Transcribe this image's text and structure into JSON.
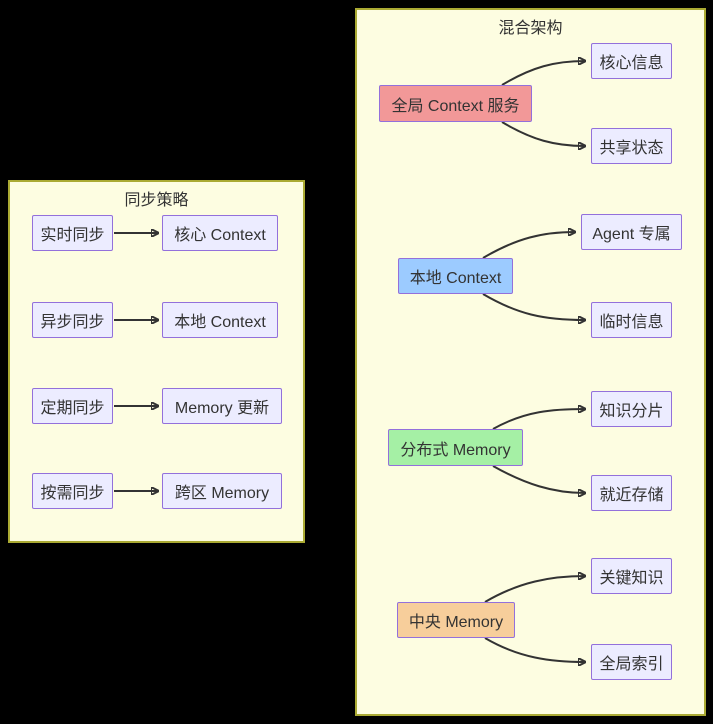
{
  "colors": {
    "background": "#000000",
    "panel_fill": "#fdfde1",
    "panel_border": "#aaaa33",
    "node_fill": "#ECECFF",
    "node_border": "#9370DB",
    "arrow": "#333333",
    "global_context_fill": "#F29898",
    "local_context_fill": "#9CCBFF",
    "distributed_memory_fill": "#A5F0A5",
    "central_memory_fill": "#F7CE9B"
  },
  "left_panel": {
    "title": "同步策略",
    "rows": [
      {
        "source": "实时同步",
        "target": "核心 Context"
      },
      {
        "source": "异步同步",
        "target": "本地 Context"
      },
      {
        "source": "定期同步",
        "target": "Memory 更新"
      },
      {
        "source": "按需同步",
        "target": "跨区 Memory"
      }
    ]
  },
  "right_panel": {
    "title": "混合架构",
    "groups": [
      {
        "parent": "全局 Context 服务",
        "children": [
          "核心信息",
          "共享状态"
        ]
      },
      {
        "parent": "本地 Context",
        "children": [
          "Agent 专属",
          "临时信息"
        ]
      },
      {
        "parent": "分布式 Memory",
        "children": [
          "知识分片",
          "就近存储"
        ]
      },
      {
        "parent": "中央 Memory",
        "children": [
          "关键知识",
          "全局索引"
        ]
      }
    ]
  }
}
